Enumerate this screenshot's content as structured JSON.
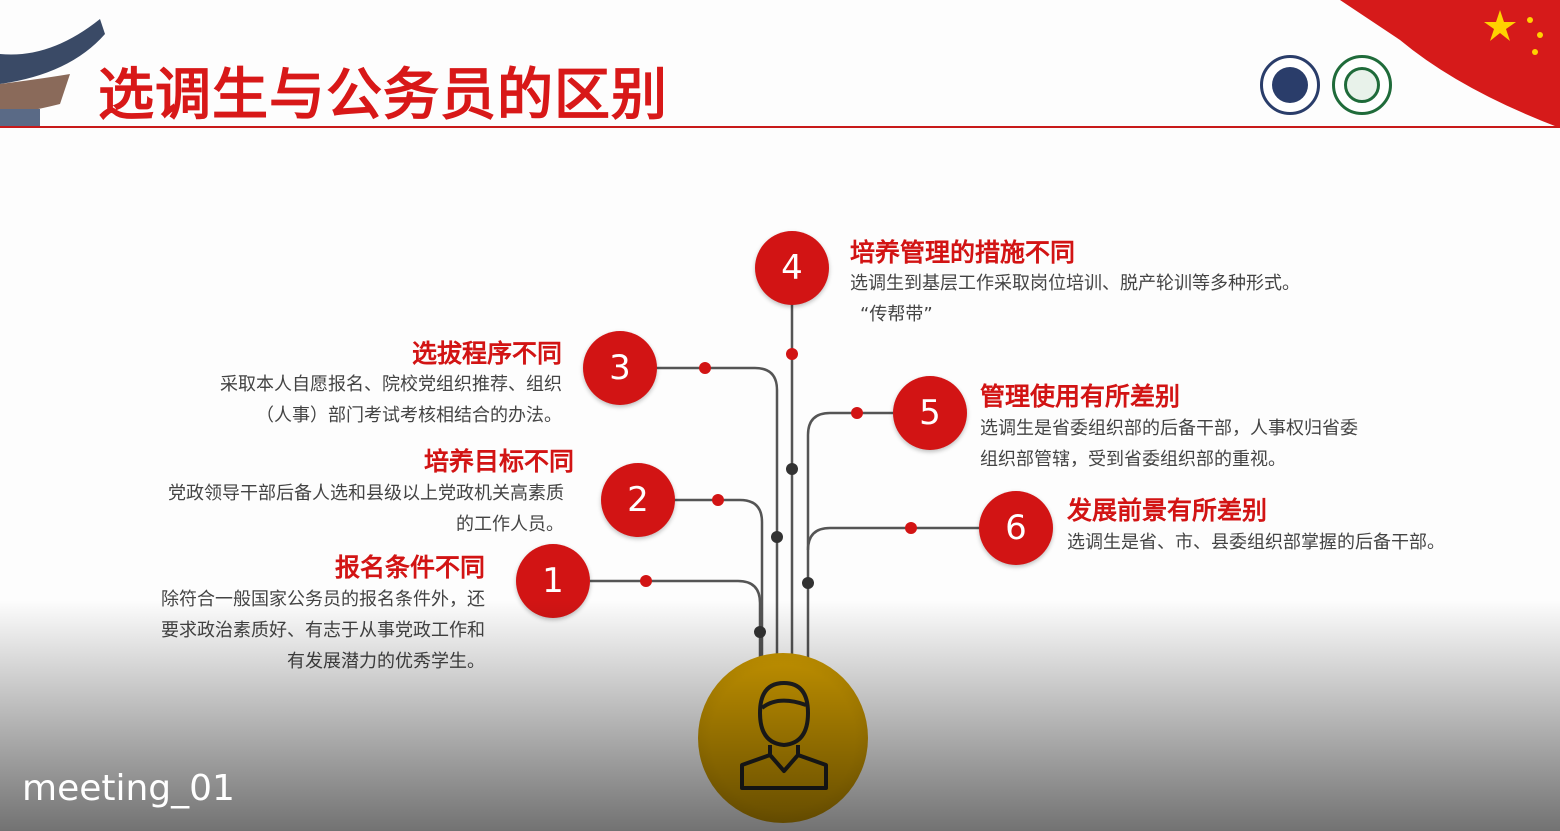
{
  "slide": {
    "title": "选调生与公务员的区别",
    "items": [
      {
        "num": "1",
        "heading": "报名条件不同",
        "lines": [
          "除符合一般国家公务员的报名条件外，还",
          "要求政治素质好、有志于从事党政工作和",
          "有发展潜力的优秀学生。"
        ]
      },
      {
        "num": "2",
        "heading": "培养目标不同",
        "lines": [
          "党政领导干部后备人选和县级以上党政机关高素质",
          "的工作人员。"
        ]
      },
      {
        "num": "3",
        "heading": "选拔程序不同",
        "lines": [
          "采取本人自愿报名、院校党组织推荐、组织",
          "（人事）部门考试考核相结合的办法。"
        ]
      },
      {
        "num": "4",
        "heading": "培养管理的措施不同",
        "lines": [
          "选调生到基层工作采取岗位培训、脱产轮训等多种形式。",
          "“传帮带”"
        ]
      },
      {
        "num": "5",
        "heading": "管理使用有所差别",
        "lines": [
          "选调生是省委组织部的后备干部，人事权归省委",
          "组织部管辖，受到省委组织部的重视。"
        ]
      },
      {
        "num": "6",
        "heading": "发展前景有所差别",
        "lines": [
          "选调生是省、市、县委组织部掌握的后备干部。"
        ]
      }
    ]
  },
  "video": {
    "participant_label": "meeting_01"
  },
  "colors": {
    "accent": "#d21414",
    "person": "#d9a300"
  }
}
